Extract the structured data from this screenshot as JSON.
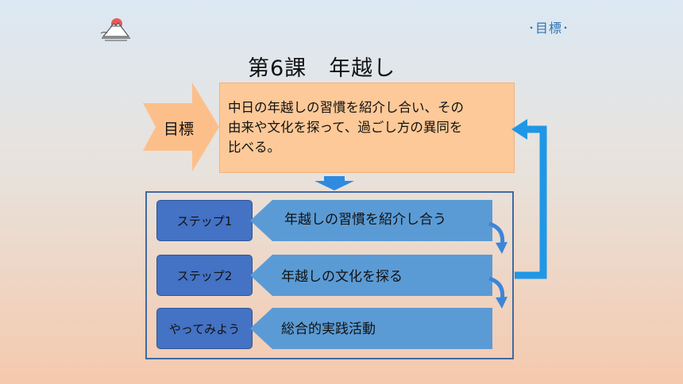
{
  "header": {
    "corner_label": "･目標･"
  },
  "lesson": {
    "number_label": "第6課",
    "topic": "年越し"
  },
  "goal": {
    "label": "目標",
    "lines": [
      "中日の年越しの習慣を紹介し合い、その",
      "由来や文化を探って、過ごし方の異同を",
      "比べる。"
    ]
  },
  "steps": [
    {
      "label": "ステップ1",
      "text": "年越しの習慣を紹介し合う"
    },
    {
      "label": "ステップ2",
      "text": "年越しの文化を探る"
    },
    {
      "label": "やってみよう",
      "text": "総合的実践活動"
    }
  ],
  "colors": {
    "accent_blue": "#2e74b5",
    "step_label_fill": "#4472c4",
    "chevron_fill": "#5b9bd5",
    "goal_fill": "#fdc998",
    "arrow_orange": "#fdbf8a"
  },
  "icons": {
    "logo": "mount-fuji-sun-icon"
  }
}
